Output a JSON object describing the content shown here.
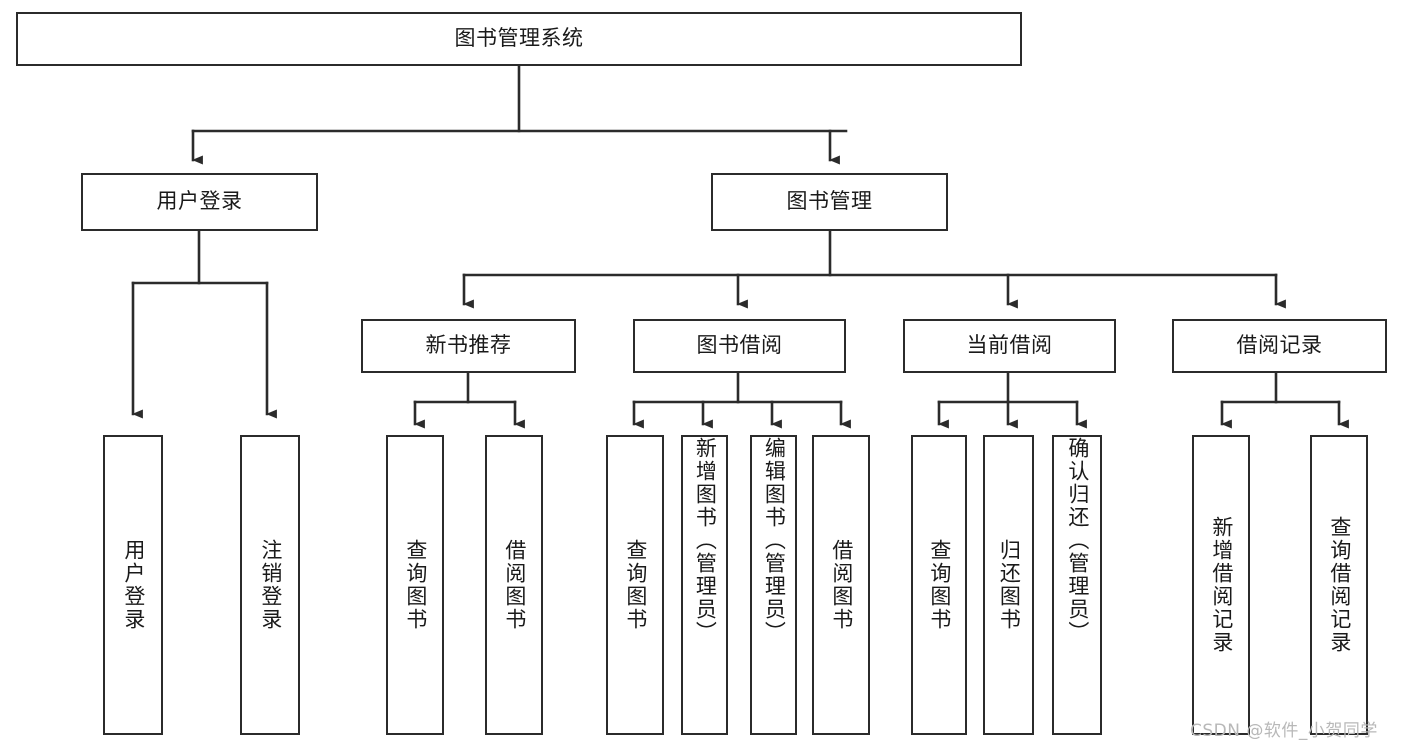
{
  "diagram": {
    "type": "tree",
    "title": "图书管理系统",
    "background": "#ffffff",
    "line_color": "#2b2b2b",
    "text_color": "#1a1a1a",
    "watermark": "CSDN @软件_小贺同学",
    "watermark_color": "#b8b8b8"
  },
  "root": {
    "label": "图书管理系统"
  },
  "level2": [
    {
      "label": "用户登录"
    },
    {
      "label": "图书管理"
    }
  ],
  "level3": [
    {
      "label": "新书推荐"
    },
    {
      "label": "图书借阅"
    },
    {
      "label": "当前借阅"
    },
    {
      "label": "借阅记录"
    }
  ],
  "leaves": {
    "user_login": [
      {
        "label": "用户登录"
      },
      {
        "label": "注销登录"
      }
    ],
    "new_book_rec": [
      {
        "label": "查询图书"
      },
      {
        "label": "借阅图书"
      }
    ],
    "book_borrow": [
      {
        "label": "查询图书"
      },
      {
        "label": "新增图书（管理员）"
      },
      {
        "label": "编辑图书（管理员）"
      },
      {
        "label": "借阅图书"
      }
    ],
    "current_borrow": [
      {
        "label": "查询图书"
      },
      {
        "label": "归还图书"
      },
      {
        "label": "确认归还（管理员）"
      }
    ],
    "borrow_record": [
      {
        "label": "新增借阅记录"
      },
      {
        "label": "查询借阅记录"
      }
    ]
  }
}
